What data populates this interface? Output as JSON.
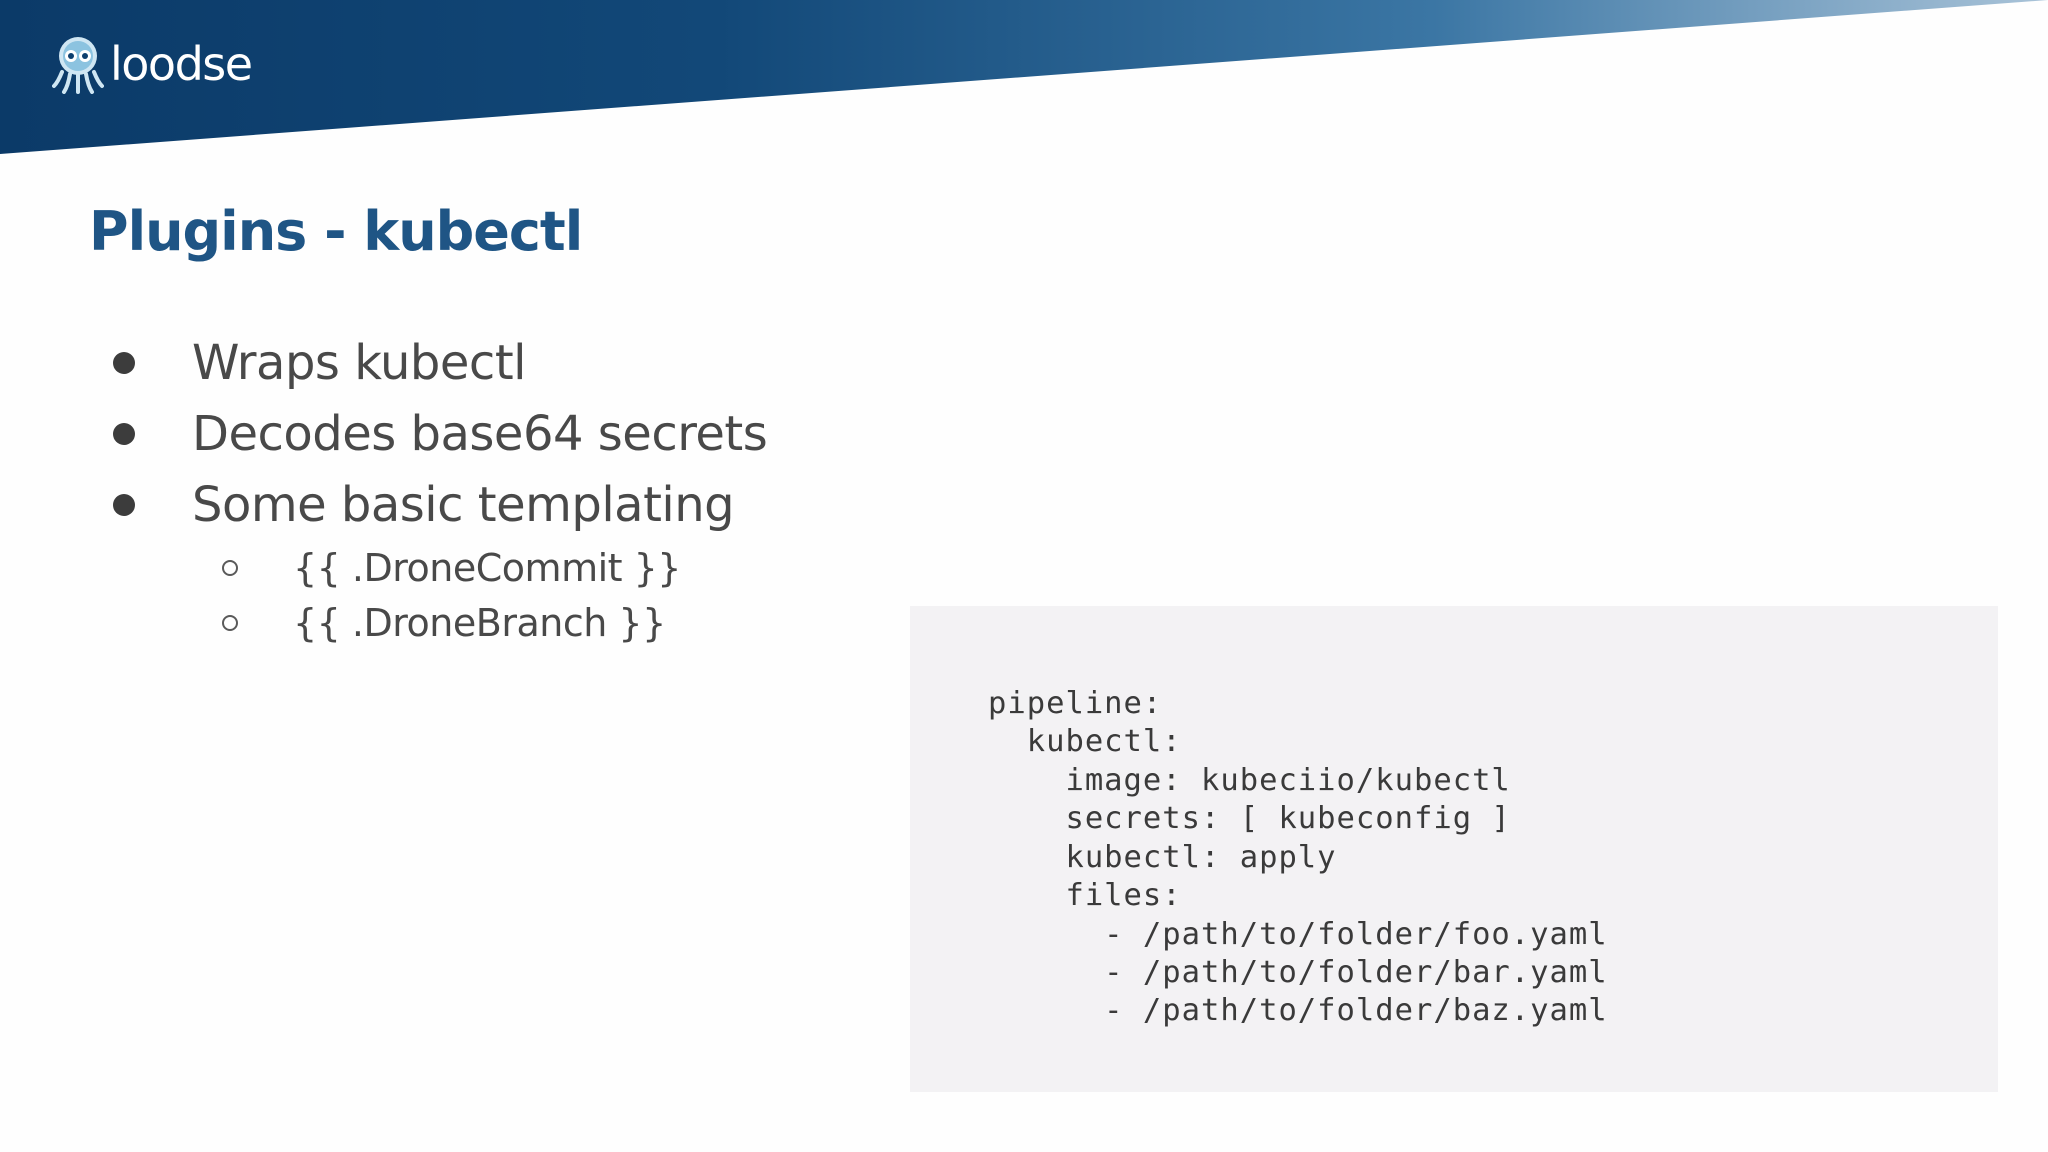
{
  "header": {
    "brand_name": "loodse",
    "logo_icon": "octopus-mascot-icon",
    "colors": {
      "band_dark": "#0d3f6e",
      "band_light": "#8fb1cc",
      "title": "#1f5585"
    }
  },
  "slide": {
    "title": "Plugins - kubectl",
    "bullets": [
      {
        "text": "Wraps kubectl"
      },
      {
        "text": "Decodes base64 secrets"
      },
      {
        "text": "Some basic templating"
      }
    ],
    "sub_bullets": [
      {
        "text": "{{ .DroneCommit }}"
      },
      {
        "text": "{{ .DroneBranch }}"
      }
    ]
  },
  "code": {
    "background": "#f3f2f4",
    "lines": [
      "pipeline:",
      "  kubectl:",
      "    image: kubeciio/kubectl",
      "    secrets: [ kubeconfig ]",
      "    kubectl: apply",
      "    files:",
      "      - /path/to/folder/foo.yaml",
      "      - /path/to/folder/bar.yaml",
      "      - /path/to/folder/baz.yaml"
    ]
  }
}
